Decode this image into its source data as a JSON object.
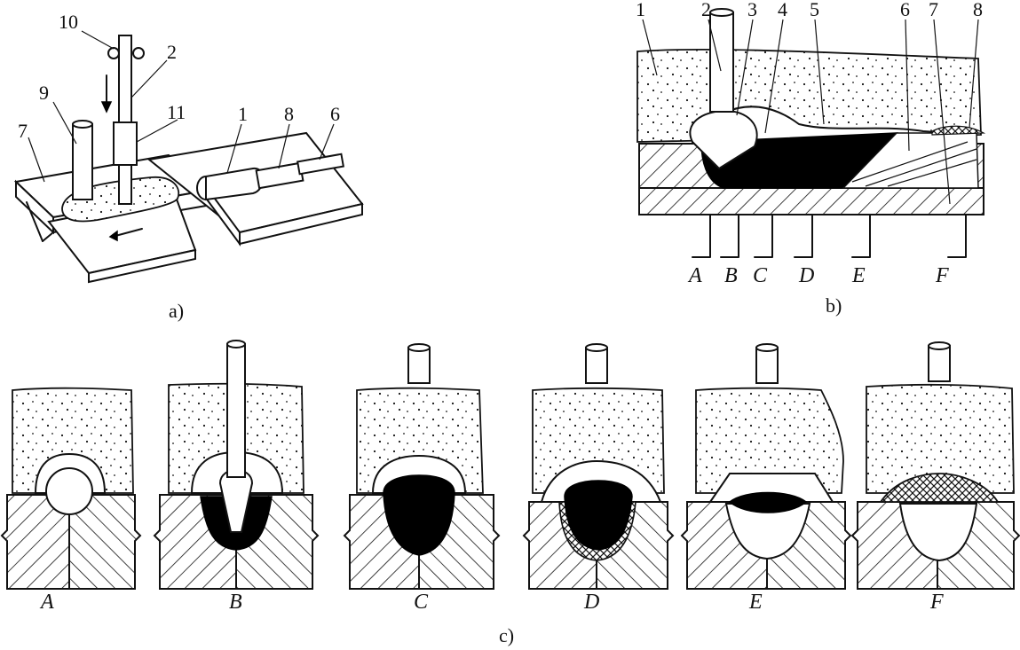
{
  "panel_a": {
    "caption": "a)",
    "callouts": [
      "10",
      "2",
      "9",
      "11",
      "7",
      "1",
      "8",
      "6"
    ]
  },
  "panel_b": {
    "caption": "b)",
    "callouts": [
      "1",
      "2",
      "3",
      "4",
      "5",
      "6",
      "7",
      "8"
    ],
    "sections": [
      "A",
      "B",
      "C",
      "D",
      "E",
      "F"
    ]
  },
  "panel_c": {
    "caption": "c)",
    "stages": [
      "A",
      "B",
      "C",
      "D",
      "E",
      "F"
    ]
  }
}
